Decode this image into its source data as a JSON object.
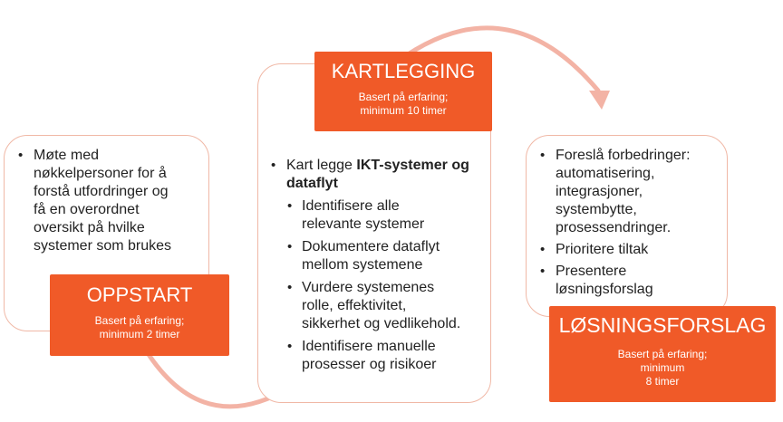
{
  "colors": {
    "accent": "#f05a28",
    "card_border": "#f0b8a6",
    "arrow": "#f3b3a5"
  },
  "stages": {
    "oppstart": {
      "title": "OPPSTART",
      "subtitle_lines": [
        "Basert på erfaring;",
        "minimum 2 timer"
      ],
      "items": [
        {
          "lines": [
            "Møte med",
            "nøkkelpersoner for å",
            "forstå utfordringer og",
            "få en overordnet",
            "oversikt på hvilke",
            "systemer som brukes"
          ]
        }
      ]
    },
    "kartlegging": {
      "title": "KARTLEGGING",
      "subtitle_lines": [
        "Basert på erfaring;",
        "minimum 10 timer"
      ],
      "intro_prefix": "Kart legge ",
      "intro_bold_1": "IKT-systemer og",
      "intro_bold_2": "dataflyt",
      "sub_items": [
        {
          "lines": [
            "Identifisere alle",
            "relevante systemer"
          ]
        },
        {
          "lines": [
            "Dokumentere dataflyt",
            "mellom systemene"
          ]
        },
        {
          "lines": [
            "Vurdere systemenes",
            "rolle, effektivitet,",
            "sikkerhet og vedlikehold."
          ]
        },
        {
          "lines": [
            "Identifisere manuelle",
            "prosesser og risikoer"
          ]
        }
      ]
    },
    "losningsforslag": {
      "title": "LØSNINGSFORSLAG",
      "subtitle_lines": [
        "Basert på erfaring;",
        "minimum",
        "8 timer"
      ],
      "items": [
        {
          "lines": [
            "Foreslå forbedringer:",
            "automatisering,",
            "integrasjoner,",
            "systembytte,",
            "prosessendringer."
          ]
        },
        {
          "lines": [
            "Prioritere tiltak"
          ]
        },
        {
          "lines": [
            "Presentere",
            "løsningsforslag"
          ]
        }
      ]
    }
  }
}
